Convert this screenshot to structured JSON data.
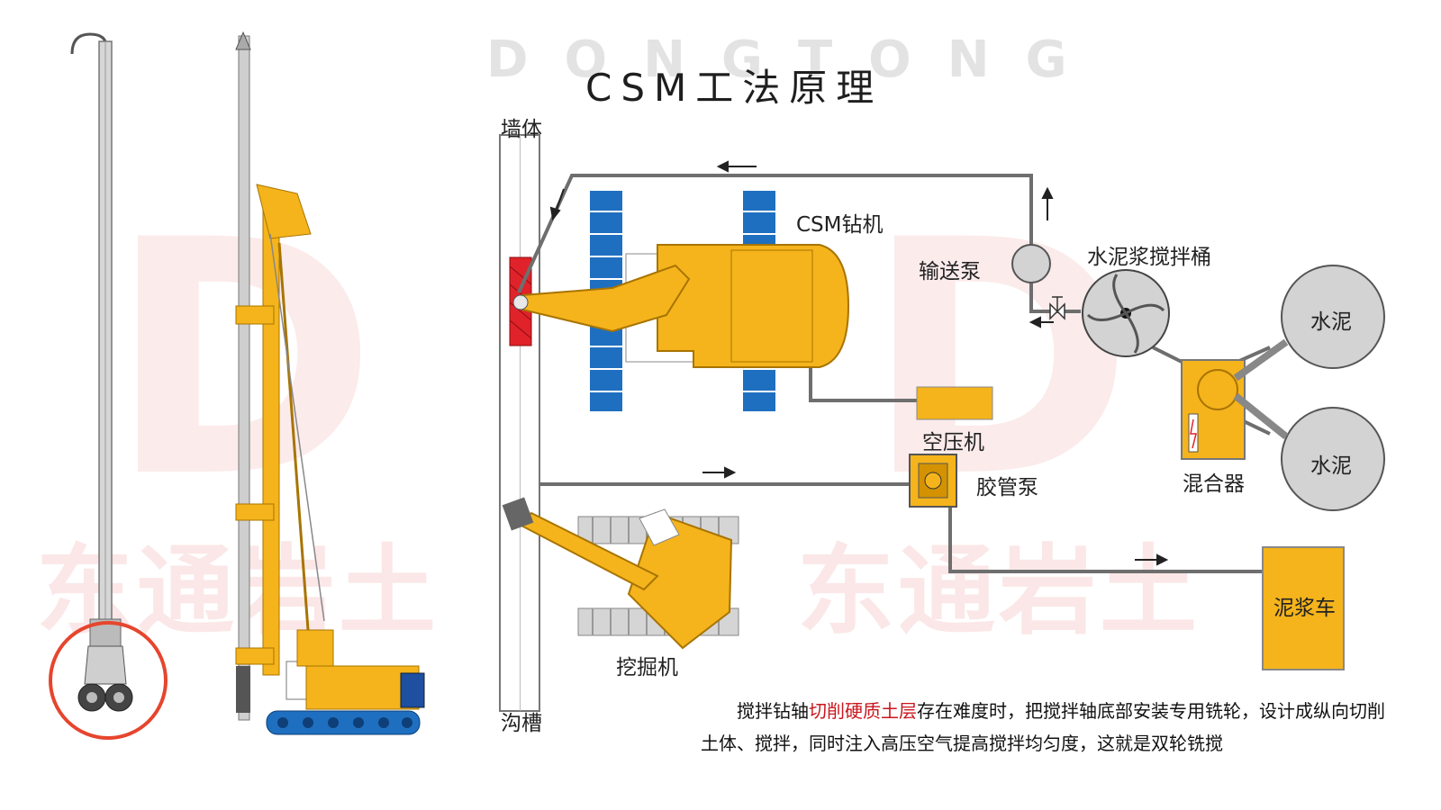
{
  "watermark": {
    "top_text": "DONGTONG",
    "chinese_text": "东通岩土",
    "logo_letter": "D"
  },
  "title": "CSM工法原理",
  "labels": {
    "wall": "墙体",
    "trench": "沟槽",
    "csm_rig": "CSM钻机",
    "transfer_pump": "输送泵",
    "mixing_tank": "水泥浆搅拌桶",
    "cement_1": "水泥",
    "cement_2": "水泥",
    "mixer": "混合器",
    "air_compressor": "空压机",
    "hose_pump": "胶管泵",
    "excavator": "挖掘机",
    "slurry_truck": "泥浆车"
  },
  "description": {
    "part1": "搅拌钻轴",
    "highlight": "切削硬质土层",
    "part2": "存在难度时，把搅拌轴底部安装专用铣轮，设计成纵向切削",
    "line2": "土体、搅拌，同时注入高压空气提高搅拌均匀度，这就是双轮铣搅"
  },
  "colors": {
    "machine_yellow": "#f5b41c",
    "track_blue": "#1f6fc0",
    "cut_red": "#e0222a",
    "highlight_circle": "#e6452e",
    "pipe_gray": "#6e6e6e",
    "tank_gray": "#d3d3d3"
  }
}
